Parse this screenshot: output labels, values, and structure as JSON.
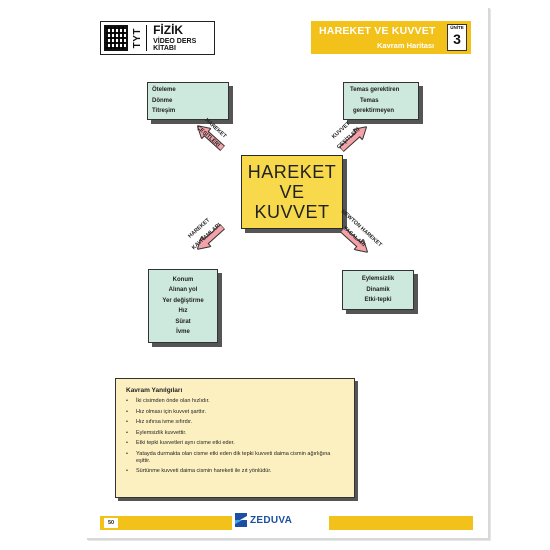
{
  "header": {
    "level": "TYT",
    "subject": "FİZİK",
    "book": "VİDEO DERS KİTABI",
    "topic": "HAREKET VE KUVVET",
    "subtitle": "Kavram Haritası",
    "unit_label": "ÜNİTE",
    "unit_number": "3"
  },
  "center": {
    "line1": "HAREKET",
    "line2": "VE",
    "line3": "KUVVET"
  },
  "nodes": {
    "top_left": {
      "items": [
        "Öteleme",
        "Dönme",
        "Titreşim"
      ]
    },
    "top_right": {
      "items": [
        "Temas gerektiren",
        "Temas",
        "gerektirmeyen"
      ]
    },
    "bottom_left": {
      "items": [
        "Konum",
        "Alınan yol",
        "Yer değiştirme",
        "Hız",
        "Sürat",
        "İvme"
      ]
    },
    "bottom_right": {
      "items": [
        "Eylemsizlik",
        "Dinamik",
        "Etki-tepki"
      ]
    }
  },
  "arrows": {
    "top_left": {
      "line1": "HAREKET",
      "line2": "ÇEŞİTLERİ"
    },
    "top_right": {
      "line1": "KUVVET",
      "line2": "ÇEŞİTLERİ"
    },
    "bottom_left": {
      "line1": "HAREKET",
      "line2": "KAVRAMLARI"
    },
    "bottom_right": {
      "line1": "NEWTON HAREKET",
      "line2": "YASALARI"
    }
  },
  "misconceptions": {
    "title": "Kavram Yanılgıları",
    "items": [
      "İki cisimden önde olan hızlıdır.",
      "Hız olması için kuvvet şarttır.",
      "Hız sıfırsa ivme sıfırdır.",
      "Eylemsizlik kuvvettir.",
      "Etki tepki kuvvetleri aynı cisme etki eder.",
      "Yatayda durmakta olan cisme etki eden dik tepki kuvveti daima cismin ağırlığına eşittir.",
      "Sürtünme kuvveti daima cismin hareketi ile zıt yönlüdür."
    ]
  },
  "footer": {
    "page_number": "50",
    "brand": "ZEDUVA"
  },
  "colors": {
    "accent": "#f2c21b",
    "node_fill": "#cde8dc",
    "center_fill": "#f7d94b",
    "arrow_fill": "#f2a2a8",
    "info_fill": "#fdf0c0",
    "brand": "#1c4fa3"
  }
}
